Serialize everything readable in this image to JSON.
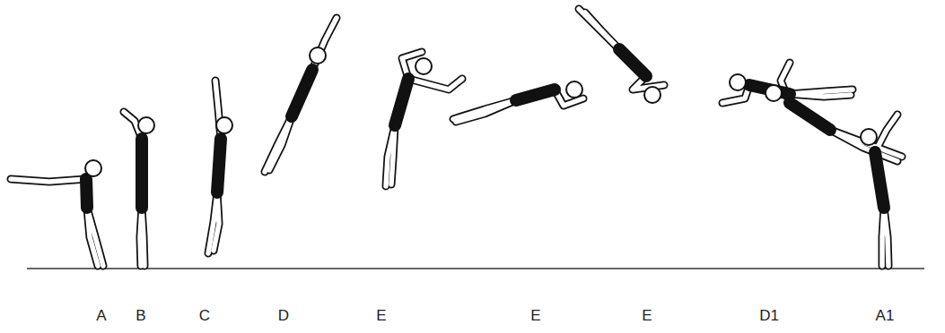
{
  "diagram": {
    "labels": [
      "A",
      "B",
      "C",
      "D",
      "E",
      "E",
      "E",
      "D1",
      "A1"
    ]
  }
}
